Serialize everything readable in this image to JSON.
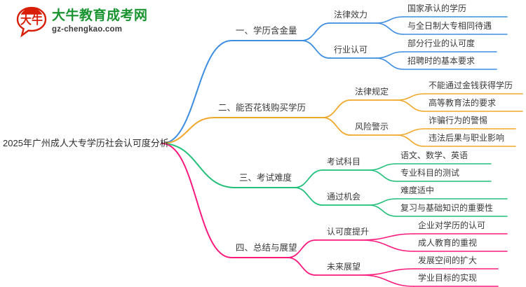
{
  "logo": {
    "mark_text": "大牛",
    "title": "大牛教育成考网",
    "subtitle": "gz-chengkao.com",
    "brand_green": "#1a9431",
    "brand_red": "#d81e06"
  },
  "mindmap": {
    "root": {
      "label": "2025年广州成人大专学历社会认可度分析"
    },
    "branches": [
      {
        "label": "一、学历含金量",
        "color": "#3d8ee0",
        "children": [
          {
            "label": "法律效力",
            "leaves": [
              {
                "label": "国家承认的学历"
              },
              {
                "label": "与全日制大专相同待遇"
              }
            ]
          },
          {
            "label": "行业认可",
            "leaves": [
              {
                "label": "部分行业的认可度"
              },
              {
                "label": "招聘时的基本要求"
              }
            ]
          }
        ]
      },
      {
        "label": "二、能否花钱购买学历",
        "color": "#f0a82b",
        "children": [
          {
            "label": "法律规定",
            "leaves": [
              {
                "label": "不能通过金钱获得学历"
              },
              {
                "label": "高等教育法的要求"
              }
            ]
          },
          {
            "label": "风险警示",
            "leaves": [
              {
                "label": "诈骗行为的警惕"
              },
              {
                "label": "违法后果与职业影响"
              }
            ]
          }
        ]
      },
      {
        "label": "三、考试难度",
        "color": "#22c07a",
        "children": [
          {
            "label": "考试科目",
            "leaves": [
              {
                "label": "语文、数学、英语"
              },
              {
                "label": "专业科目的测试"
              }
            ]
          },
          {
            "label": "通过机会",
            "leaves": [
              {
                "label": "难度适中"
              },
              {
                "label": "复习与基础知识的重要性"
              }
            ]
          }
        ]
      },
      {
        "label": "四、总结与展望",
        "color": "#fa1a7d",
        "children": [
          {
            "label": "认可度提升",
            "leaves": [
              {
                "label": "企业对学历的认可"
              },
              {
                "label": "成人教育的重视"
              }
            ]
          },
          {
            "label": "未来展望",
            "leaves": [
              {
                "label": "发展空间的扩大"
              },
              {
                "label": "学业目标的实现"
              }
            ]
          }
        ]
      }
    ]
  }
}
